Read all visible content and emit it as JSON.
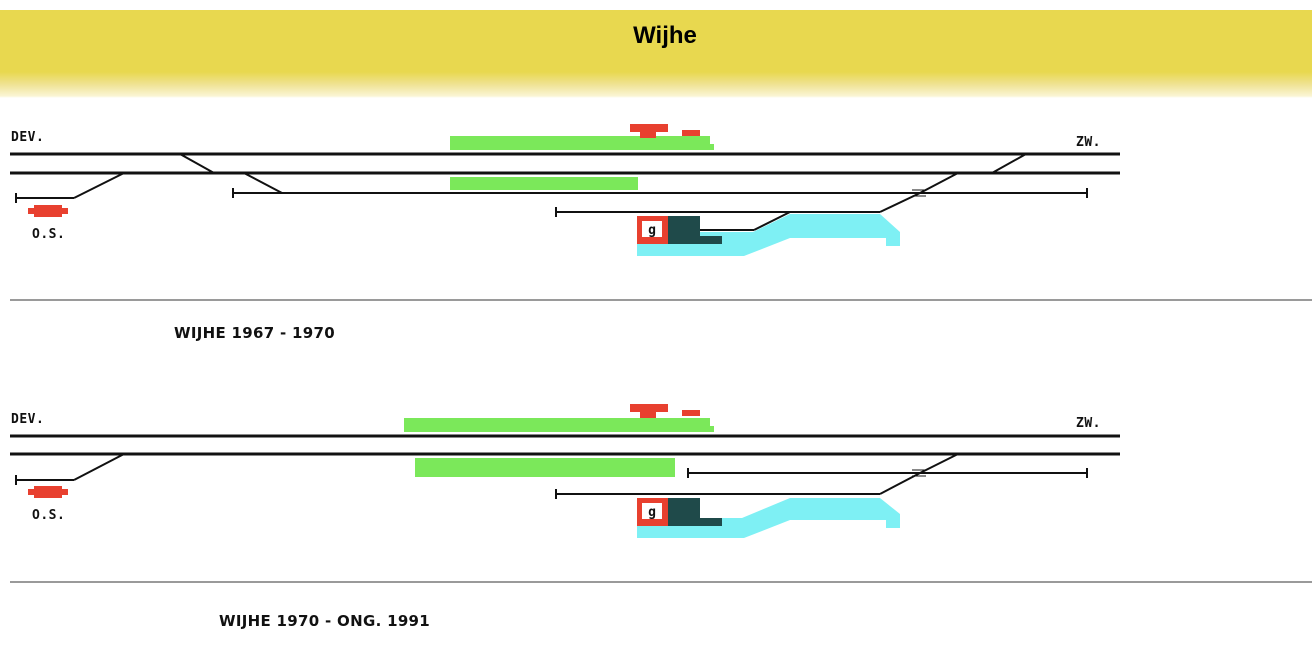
{
  "page": {
    "title": "Wijhe"
  },
  "diagrams": [
    {
      "label_left": "DEV.",
      "label_right": "ZW.",
      "label_station": "O.S.",
      "goods_shed_label": "g",
      "caption": "WIJHE 1967 - 1970"
    },
    {
      "label_left": "DEV.",
      "label_right": "ZW.",
      "label_station": "O.S.",
      "goods_shed_label": "g",
      "caption": "WIJHE 1970 - ONG. 1991"
    }
  ],
  "colors": {
    "header": "#e8d84f",
    "platform": "#7be85a",
    "building": "#e8402f",
    "loading_area": "#7ef0f4",
    "shed": "#1f4a4a",
    "track": "#111111"
  }
}
